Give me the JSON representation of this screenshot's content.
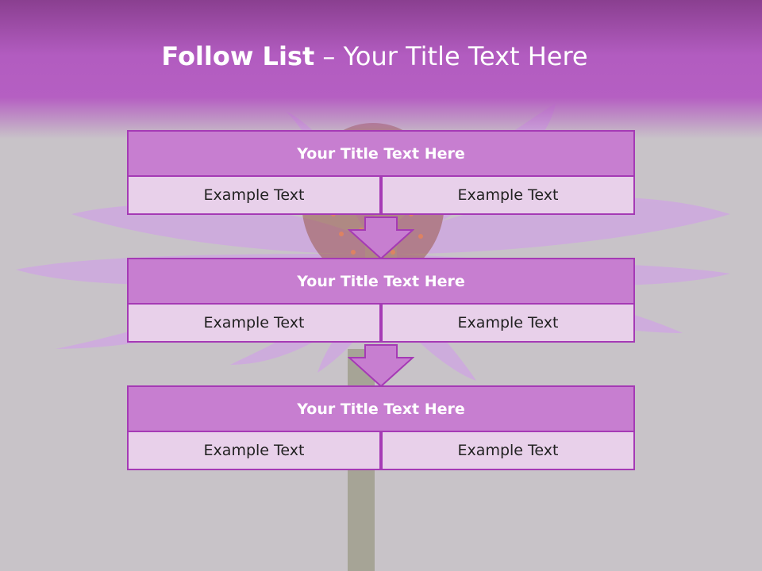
{
  "slide": {
    "title_bold": "Follow List",
    "title_rest": " – Your Title Text Here"
  },
  "blocks": [
    {
      "title": "Your Title Text Here",
      "left": "Example Text",
      "right": "Example Text"
    },
    {
      "title": "Your Title Text Here",
      "left": "Example Text",
      "right": "Example Text"
    },
    {
      "title": "Your Title Text Here",
      "left": "Example Text",
      "right": "Example Text"
    }
  ],
  "colors": {
    "header": "#b55fc2",
    "box_fill": "#c77ed0",
    "cell_fill": "#e8d0ea",
    "border": "#a53ab5",
    "background": "#c8c3c8"
  }
}
